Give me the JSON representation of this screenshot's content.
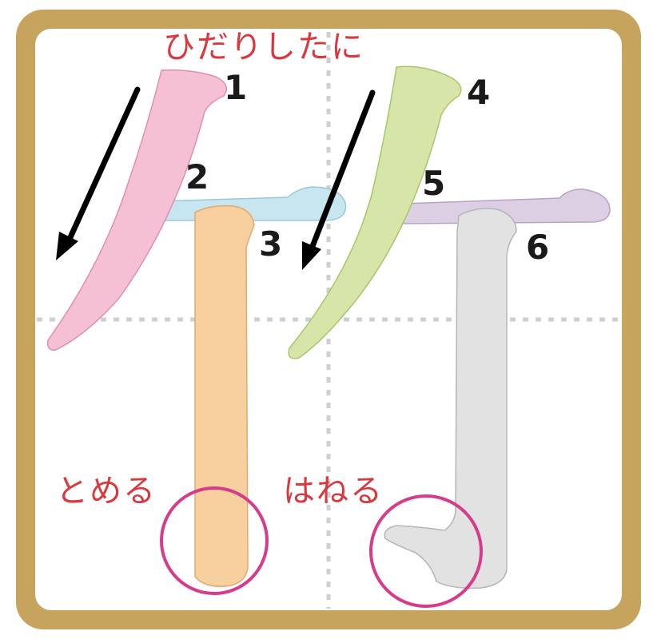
{
  "character": "竹",
  "instruction_top": "ひだりしたに",
  "note_stop": "とめる",
  "note_hook": "はねる",
  "stroke_numbers": [
    "1",
    "2",
    "3",
    "4",
    "5",
    "6"
  ],
  "colors": {
    "frame": "#c7a45e",
    "guide": "#cfcfcf",
    "stroke1": "#f5c0d3",
    "stroke2": "#c8e6f0",
    "stroke3": "#f8cf9e",
    "stroke4": "#d6e6a8",
    "stroke5": "#dccfe4",
    "stroke6": "#e2e2e2",
    "circle": "#d63c8a",
    "text_red": "#d8393e",
    "arrow": "#000000"
  }
}
